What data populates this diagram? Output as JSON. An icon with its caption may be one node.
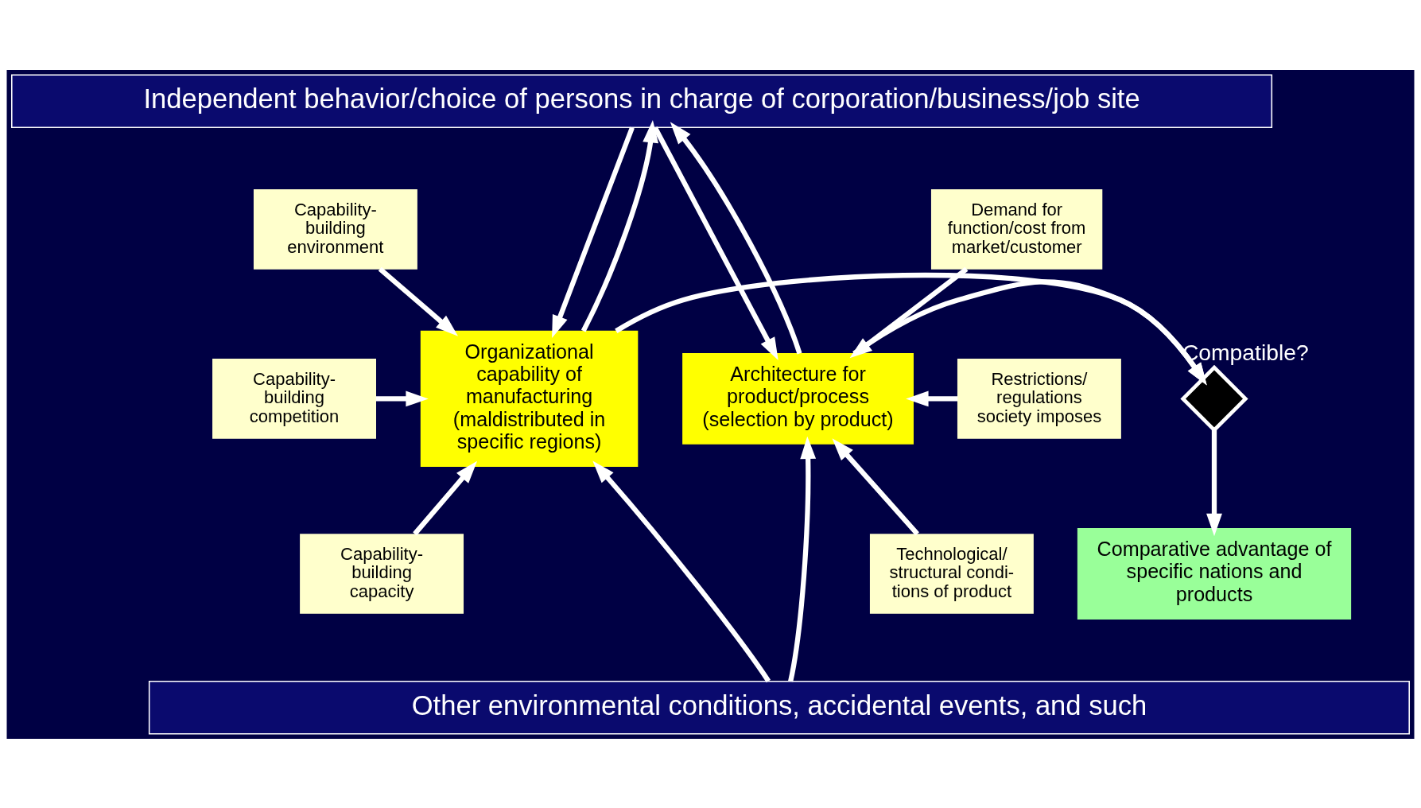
{
  "diagram": {
    "nodes": [
      {
        "text": [
          "Independent behavior/choice of persons in charge of corporation/business/job site"
        ]
      },
      {
        "text": [
          "Capability- building environment"
        ]
      },
      {
        "text": [
          "Capability- building competition"
        ]
      },
      {
        "text": [
          "Capability- building capacity"
        ]
      },
      {
        "text": [
          "Organizational capability of manufacturing (maldistributed in specific regions)"
        ]
      },
      {
        "text": [],
        "shape": "diamond",
        "beside": [
          "Compatible?"
        ]
      },
      {
        "text": [
          "Architecture for product/process (selection by product)"
        ]
      },
      {
        "text": [
          "Demand for function/cost from market/customer"
        ]
      },
      {
        "text": [
          "Restrictions/ regulations society imposes"
        ]
      },
      {
        "text": [
          "Technological/ structural condi- tions of product"
        ]
      },
      {
        "text": [
          "Comparative advantage of specific nations and products"
        ]
      },
      {
        "text": [
          "Other environmental conditions, accidental events, and such"
        ]
      }
    ],
    "edges": [
      {
        "from": 0,
        "to": 4,
        "arrow": "to"
      },
      {
        "from": 4,
        "to": 0,
        "arrow": "to"
      },
      {
        "from": 0,
        "to": 6,
        "arrow": "to"
      },
      {
        "from": 6,
        "to": 0,
        "arrow": "to"
      },
      {
        "from": 1,
        "to": 4,
        "arrow": "to"
      },
      {
        "from": 2,
        "to": 4,
        "arrow": "to"
      },
      {
        "from": 3,
        "to": 4,
        "arrow": "to"
      },
      {
        "from": 4,
        "to": 5,
        "arrow": "to"
      },
      {
        "from": 6,
        "to": 5,
        "arrow": "to"
      },
      {
        "from": 5,
        "to": 10,
        "arrow": "to"
      },
      {
        "from": 11,
        "to": 4,
        "arrow": "to"
      },
      {
        "from": 11,
        "to": 6,
        "arrow": "to"
      },
      {
        "from": 7,
        "to": 6,
        "arrow": "to"
      },
      {
        "from": 8,
        "to": 6,
        "arrow": "to"
      },
      {
        "from": 9,
        "to": 6,
        "arrow": "to"
      }
    ]
  }
}
